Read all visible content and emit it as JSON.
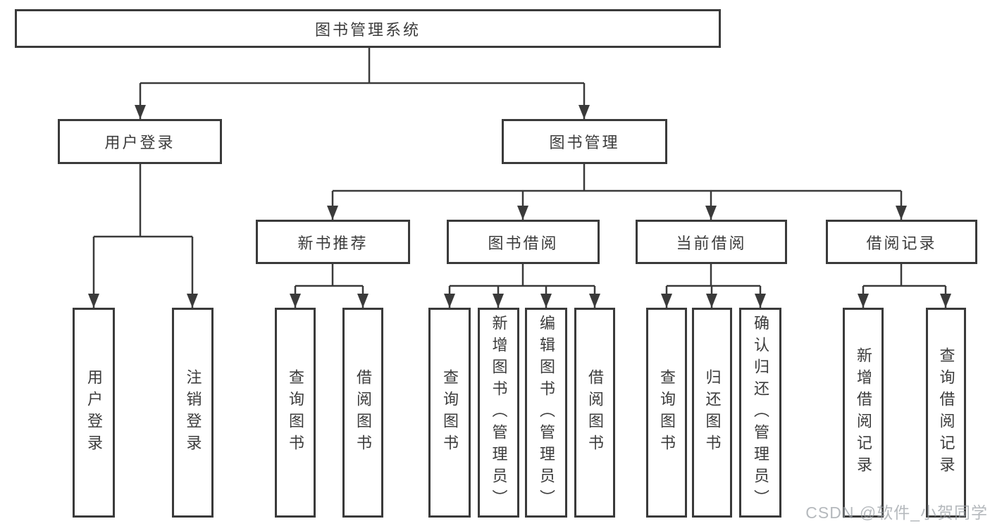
{
  "diagram": {
    "title": "图书管理系统",
    "branches": [
      {
        "label": "用户登录",
        "children": [
          {
            "label": "用户登录"
          },
          {
            "label": "注销登录"
          }
        ]
      },
      {
        "label": "图书管理",
        "children": [
          {
            "label": "新书推荐",
            "children": [
              {
                "label": "查询图书"
              },
              {
                "label": "借阅图书"
              }
            ]
          },
          {
            "label": "图书借阅",
            "children": [
              {
                "label": "查询图书"
              },
              {
                "label": "新增图书（管理员）"
              },
              {
                "label": "编辑图书（管理员）"
              },
              {
                "label": "借阅图书"
              }
            ]
          },
          {
            "label": "当前借阅",
            "children": [
              {
                "label": "查询图书"
              },
              {
                "label": "归还图书"
              },
              {
                "label": "确认归还（管理员）"
              }
            ]
          },
          {
            "label": "借阅记录",
            "children": [
              {
                "label": "新增借阅记录"
              },
              {
                "label": "查询借阅记录"
              }
            ]
          }
        ]
      }
    ]
  },
  "watermark": {
    "text": "CSDN @软件_小贺同学"
  },
  "colors": {
    "line": "#3a3a3a",
    "box_fill": "#ffffff",
    "text": "#3c3c3c",
    "background": "#ffffff",
    "watermark": "rgba(153,158,163,0.72)"
  }
}
